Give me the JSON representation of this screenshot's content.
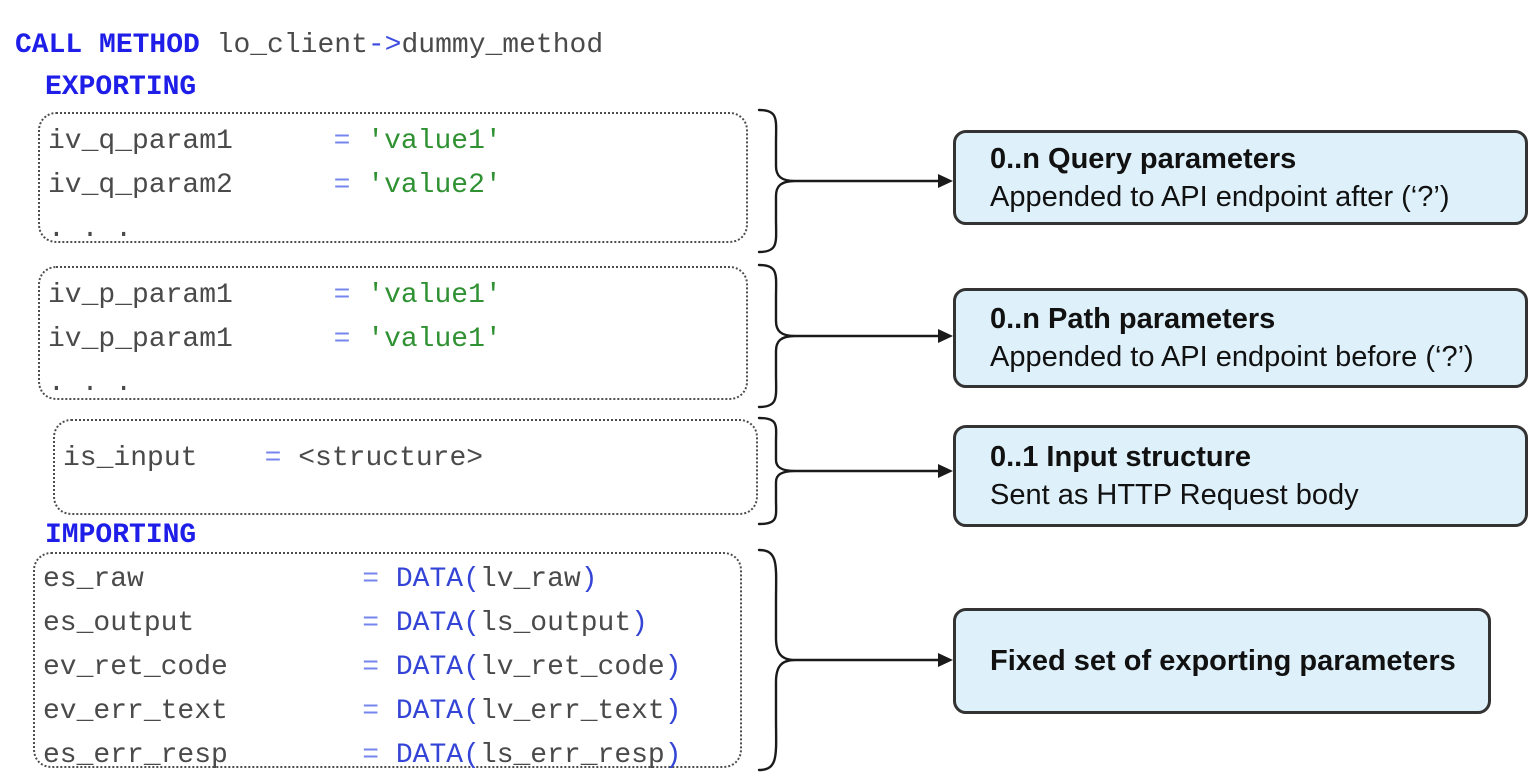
{
  "diagram": {
    "call_line": [
      {
        "t": "CALL METHOD",
        "c": "kw"
      },
      {
        "t": " lo_client",
        "c": "ident"
      },
      {
        "t": "->",
        "c": "oparrow"
      },
      {
        "t": "dummy_method",
        "c": "ident"
      }
    ],
    "exporting_label": "EXPORTING",
    "importing_label": "IMPORTING",
    "code_boxes": [
      {
        "name": "query-parameters",
        "lines": [
          [
            {
              "t": "iv_q_param1      ",
              "c": "ident"
            },
            {
              "t": "= ",
              "c": "eq"
            },
            {
              "t": "'value1'",
              "c": "str"
            }
          ],
          [
            {
              "t": "iv_q_param2      ",
              "c": "ident"
            },
            {
              "t": "= ",
              "c": "eq"
            },
            {
              "t": "'value2'",
              "c": "str"
            }
          ],
          [
            {
              "t": ". . .",
              "c": "ident"
            }
          ]
        ]
      },
      {
        "name": "path-parameters",
        "lines": [
          [
            {
              "t": "iv_p_param1      ",
              "c": "ident"
            },
            {
              "t": "= ",
              "c": "eq"
            },
            {
              "t": "'value1'",
              "c": "str"
            }
          ],
          [
            {
              "t": "iv_p_param1      ",
              "c": "ident"
            },
            {
              "t": "= ",
              "c": "eq"
            },
            {
              "t": "'value1'",
              "c": "str"
            }
          ],
          [
            {
              "t": ". . .",
              "c": "ident"
            }
          ]
        ]
      },
      {
        "name": "input-structure",
        "lines": [
          [
            {
              "t": "is_input    ",
              "c": "ident"
            },
            {
              "t": "= ",
              "c": "eq"
            },
            {
              "t": "<structure>",
              "c": "ident"
            }
          ]
        ]
      },
      {
        "name": "importing-parameters",
        "lines": [
          [
            {
              "t": "es_raw             ",
              "c": "ident"
            },
            {
              "t": "= ",
              "c": "eq"
            },
            {
              "t": "DATA(",
              "c": "data"
            },
            {
              "t": "lv_raw",
              "c": "ident"
            },
            {
              "t": ")",
              "c": "data"
            }
          ],
          [
            {
              "t": "es_output          ",
              "c": "ident"
            },
            {
              "t": "= ",
              "c": "eq"
            },
            {
              "t": "DATA(",
              "c": "data"
            },
            {
              "t": "ls_output",
              "c": "ident"
            },
            {
              "t": ")",
              "c": "data"
            }
          ],
          [
            {
              "t": "ev_ret_code        ",
              "c": "ident"
            },
            {
              "t": "= ",
              "c": "eq"
            },
            {
              "t": "DATA(",
              "c": "data"
            },
            {
              "t": "lv_ret_code",
              "c": "ident"
            },
            {
              "t": ")",
              "c": "data"
            }
          ],
          [
            {
              "t": "ev_err_text        ",
              "c": "ident"
            },
            {
              "t": "= ",
              "c": "eq"
            },
            {
              "t": "DATA(",
              "c": "data"
            },
            {
              "t": "lv_err_text",
              "c": "ident"
            },
            {
              "t": ")",
              "c": "data"
            }
          ],
          [
            {
              "t": "es_err_resp        ",
              "c": "ident"
            },
            {
              "t": "= ",
              "c": "eq"
            },
            {
              "t": "DATA(",
              "c": "data"
            },
            {
              "t": "ls_err_resp",
              "c": "ident"
            },
            {
              "t": ")",
              "c": "data"
            }
          ]
        ]
      }
    ],
    "annotations": [
      {
        "title": "0..n Query parameters",
        "subtitle": "Appended to API endpoint after (‘?’)"
      },
      {
        "title": "0..n Path parameters",
        "subtitle": "Appended to API endpoint before (‘?’)"
      },
      {
        "title": "0..1 Input structure",
        "subtitle": "Sent as HTTP Request body"
      },
      {
        "title": "Fixed set of exporting parameters",
        "subtitle": ""
      }
    ],
    "colors": {
      "keyword_blue": "#1e1ee8",
      "identifier_gray": "#4a4a4a",
      "arrow_operator_blue": "#3d4ce0",
      "equals_light_blue": "#7486ee",
      "data_keyword_blue": "#3344d6",
      "string_green": "#2f9132",
      "annotation_fill": "#def0fa",
      "annotation_border": "#333333",
      "annotation_text": "#111111",
      "brace_stroke": "#1a1a1a"
    }
  }
}
